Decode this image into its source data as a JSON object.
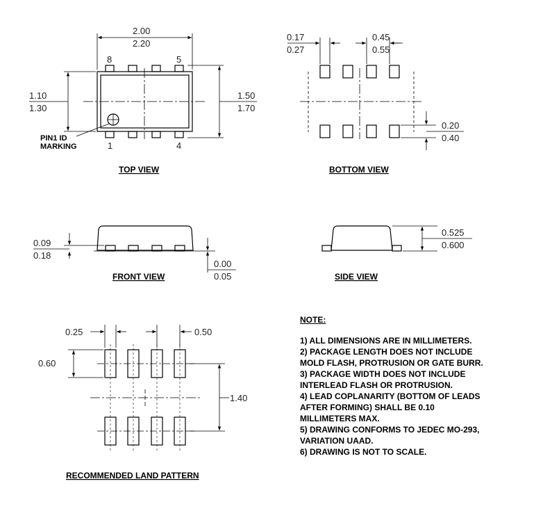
{
  "top_view": {
    "title": "TOP VIEW",
    "dim_length_min": "2.00",
    "dim_length_max": "2.20",
    "dim_width_min": "1.10",
    "dim_width_max": "1.30",
    "dim_total_min": "1.50",
    "dim_total_max": "1.70",
    "pin_8": "8",
    "pin_5": "5",
    "pin_1": "1",
    "pin_4": "4",
    "pin1_label_line1": "PIN1 ID",
    "pin1_label_line2": "MARKING"
  },
  "bottom_view": {
    "title": "BOTTOM VIEW",
    "dim_lead_width_min": "0.17",
    "dim_lead_width_max": "0.27",
    "dim_pitch_min": "0.45",
    "dim_pitch_max": "0.55",
    "dim_lead_length_min": "0.20",
    "dim_lead_length_max": "0.40"
  },
  "front_view": {
    "title": "FRONT VIEW",
    "dim_lead_thickness_min": "0.09",
    "dim_lead_thickness_max": "0.18",
    "dim_standoff_min": "0.00",
    "dim_standoff_max": "0.05"
  },
  "side_view": {
    "title": "SIDE VIEW",
    "dim_height_min": "0.525",
    "dim_height_max": "0.600"
  },
  "land_pattern": {
    "title": "RECOMMENDED LAND PATTERN",
    "dim_pad_width": "0.25",
    "dim_pad_pitch": "0.50",
    "dim_pad_length": "0.60",
    "dim_row_spacing": "1.40"
  },
  "notes": {
    "title": "NOTE:",
    "lines": [
      "1) ALL DIMENSIONS ARE IN MILLIMETERS.",
      "2) PACKAGE LENGTH DOES NOT INCLUDE",
      "MOLD FLASH, PROTRUSION OR  GATE BURR.",
      "3) PACKAGE WIDTH DOES NOT INCLUDE",
      "INTERLEAD FLASH OR PROTRUSION.",
      "4) LEAD COPLANARITY (BOTTOM OF LEADS",
      "AFTER FORMING) SHALL BE 0.10",
      "MILLIMETERS MAX.",
      "5) DRAWING CONFORMS TO JEDEC MO-293,",
      "VARIATION UAAD.",
      "6) DRAWING IS NOT TO SCALE."
    ]
  }
}
